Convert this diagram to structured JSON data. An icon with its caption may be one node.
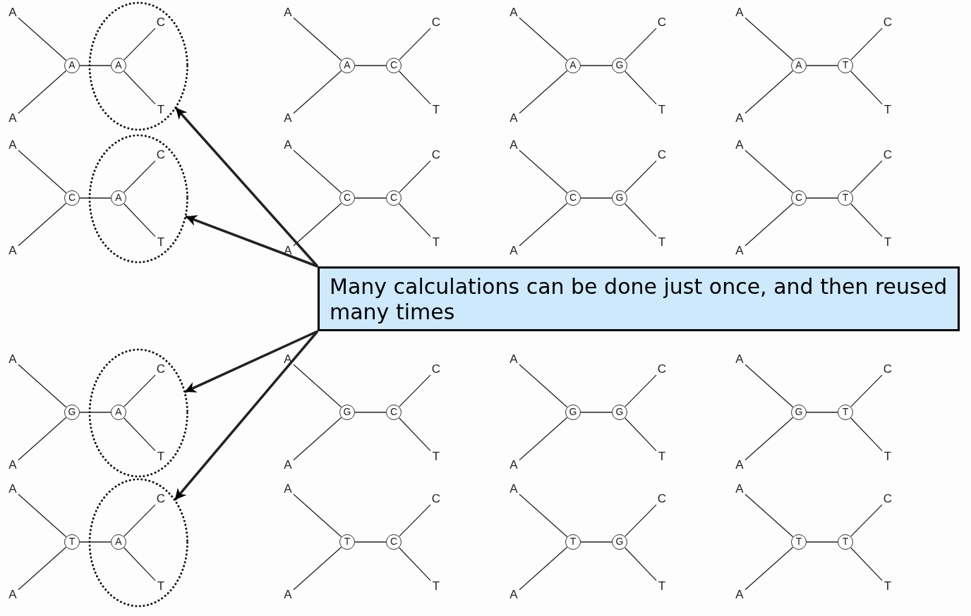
{
  "diagram": {
    "nodes": [
      {
        "text": [
          "A"
        ]
      },
      {
        "text": [],
        "shape": "ellipse"
      },
      {
        "text": [
          "C"
        ],
        "in": 1
      },
      {
        "text": [
          "A"
        ]
      },
      {
        "text": [
          "A"
        ],
        "in": 1
      },
      {
        "text": [
          "A"
        ]
      },
      {
        "text": [
          "T"
        ],
        "in": 1
      },
      {
        "text": [
          "A"
        ]
      },
      {
        "text": [
          "C"
        ]
      },
      {
        "text": [
          "A"
        ]
      },
      {
        "text": [
          "C"
        ]
      },
      {
        "text": [
          "A"
        ]
      },
      {
        "text": [
          "T"
        ]
      },
      {
        "text": [
          "A"
        ]
      },
      {
        "text": [
          "C"
        ]
      },
      {
        "text": [
          "A"
        ]
      },
      {
        "text": [
          "G"
        ]
      },
      {
        "text": [
          "A"
        ]
      },
      {
        "text": [
          "T"
        ]
      },
      {
        "text": [
          "A"
        ]
      },
      {
        "text": [
          "C"
        ]
      },
      {
        "text": [
          "A"
        ]
      },
      {
        "text": [
          "T"
        ]
      },
      {
        "text": [
          "A"
        ]
      },
      {
        "text": [
          "T"
        ]
      },
      {
        "text": [
          "A"
        ]
      },
      {
        "text": [],
        "shape": "ellipse"
      },
      {
        "text": [
          "C"
        ],
        "in": 26
      },
      {
        "text": [
          "C"
        ]
      },
      {
        "text": [
          "A"
        ],
        "in": 26
      },
      {
        "text": [
          "A"
        ]
      },
      {
        "text": [
          "T"
        ],
        "in": 26
      },
      {
        "text": [
          "A"
        ]
      },
      {
        "text": [
          "C"
        ]
      },
      {
        "text": [
          "C"
        ]
      },
      {
        "text": [
          "C"
        ]
      },
      {
        "text": [
          "A"
        ]
      },
      {
        "text": [
          "T"
        ]
      },
      {
        "text": [
          "A"
        ]
      },
      {
        "text": [
          "C"
        ]
      },
      {
        "text": [
          "C"
        ]
      },
      {
        "text": [
          "G"
        ]
      },
      {
        "text": [
          "A"
        ]
      },
      {
        "text": [
          "T"
        ]
      },
      {
        "text": [
          "A"
        ]
      },
      {
        "text": [
          "C"
        ]
      },
      {
        "text": [
          "C"
        ]
      },
      {
        "text": [
          "T"
        ]
      },
      {
        "text": [
          "A"
        ]
      },
      {
        "text": [
          "T"
        ]
      },
      {
        "text": [
          "A"
        ]
      },
      {
        "text": [],
        "shape": "ellipse"
      },
      {
        "text": [
          "C"
        ],
        "in": 51
      },
      {
        "text": [
          "G"
        ]
      },
      {
        "text": [
          "A"
        ],
        "in": 51
      },
      {
        "text": [
          "A"
        ]
      },
      {
        "text": [
          "T"
        ],
        "in": 51
      },
      {
        "text": [
          "A"
        ]
      },
      {
        "text": [
          "C"
        ]
      },
      {
        "text": [
          "G"
        ]
      },
      {
        "text": [
          "C"
        ]
      },
      {
        "text": [
          "A"
        ]
      },
      {
        "text": [
          "T"
        ]
      },
      {
        "text": [
          "A"
        ]
      },
      {
        "text": [
          "C"
        ]
      },
      {
        "text": [
          "G"
        ]
      },
      {
        "text": [
          "G"
        ]
      },
      {
        "text": [
          "A"
        ]
      },
      {
        "text": [
          "T"
        ]
      },
      {
        "text": [
          "A"
        ]
      },
      {
        "text": [
          "C"
        ]
      },
      {
        "text": [
          "G"
        ]
      },
      {
        "text": [
          "T"
        ]
      },
      {
        "text": [
          "A"
        ]
      },
      {
        "text": [
          "T"
        ]
      },
      {
        "text": [
          "A"
        ]
      },
      {
        "text": [],
        "shape": "ellipse"
      },
      {
        "text": [
          "C"
        ],
        "in": 76
      },
      {
        "text": [
          "T"
        ]
      },
      {
        "text": [
          "A"
        ],
        "in": 76
      },
      {
        "text": [
          "A"
        ]
      },
      {
        "text": [
          "T"
        ],
        "in": 76
      },
      {
        "text": [
          "A"
        ]
      },
      {
        "text": [
          "C"
        ]
      },
      {
        "text": [
          "T"
        ]
      },
      {
        "text": [
          "C"
        ]
      },
      {
        "text": [
          "A"
        ]
      },
      {
        "text": [
          "T"
        ]
      },
      {
        "text": [
          "A"
        ]
      },
      {
        "text": [
          "C"
        ]
      },
      {
        "text": [
          "T"
        ]
      },
      {
        "text": [
          "G"
        ]
      },
      {
        "text": [
          "A"
        ]
      },
      {
        "text": [
          "T"
        ]
      },
      {
        "text": [
          "A"
        ]
      },
      {
        "text": [
          "C"
        ]
      },
      {
        "text": [
          "T"
        ]
      },
      {
        "text": [
          "T"
        ]
      },
      {
        "text": [
          "A"
        ]
      },
      {
        "text": [
          "T"
        ]
      },
      {
        "text": [
          "Many calculations can be done just once, and then reused many times"
        ]
      }
    ],
    "edges": [
      {
        "from": 0,
        "to": 3,
        "arrow": "none"
      },
      {
        "from": 5,
        "to": 3,
        "arrow": "none"
      },
      {
        "from": 3,
        "to": 4,
        "arrow": "none"
      },
      {
        "from": 4,
        "to": 2,
        "arrow": "none"
      },
      {
        "from": 4,
        "to": 6,
        "arrow": "none"
      },
      {
        "from": 7,
        "to": 9,
        "arrow": "none"
      },
      {
        "from": 11,
        "to": 9,
        "arrow": "none"
      },
      {
        "from": 9,
        "to": 10,
        "arrow": "none"
      },
      {
        "from": 10,
        "to": 8,
        "arrow": "none"
      },
      {
        "from": 10,
        "to": 12,
        "arrow": "none"
      },
      {
        "from": 13,
        "to": 15,
        "arrow": "none"
      },
      {
        "from": 17,
        "to": 15,
        "arrow": "none"
      },
      {
        "from": 15,
        "to": 16,
        "arrow": "none"
      },
      {
        "from": 16,
        "to": 14,
        "arrow": "none"
      },
      {
        "from": 16,
        "to": 18,
        "arrow": "none"
      },
      {
        "from": 19,
        "to": 21,
        "arrow": "none"
      },
      {
        "from": 23,
        "to": 21,
        "arrow": "none"
      },
      {
        "from": 21,
        "to": 22,
        "arrow": "none"
      },
      {
        "from": 22,
        "to": 20,
        "arrow": "none"
      },
      {
        "from": 22,
        "to": 24,
        "arrow": "none"
      },
      {
        "from": 25,
        "to": 28,
        "arrow": "none"
      },
      {
        "from": 30,
        "to": 28,
        "arrow": "none"
      },
      {
        "from": 28,
        "to": 29,
        "arrow": "none"
      },
      {
        "from": 29,
        "to": 27,
        "arrow": "none"
      },
      {
        "from": 29,
        "to": 31,
        "arrow": "none"
      },
      {
        "from": 32,
        "to": 34,
        "arrow": "none"
      },
      {
        "from": 36,
        "to": 34,
        "arrow": "none"
      },
      {
        "from": 34,
        "to": 35,
        "arrow": "none"
      },
      {
        "from": 35,
        "to": 33,
        "arrow": "none"
      },
      {
        "from": 35,
        "to": 37,
        "arrow": "none"
      },
      {
        "from": 38,
        "to": 40,
        "arrow": "none"
      },
      {
        "from": 42,
        "to": 40,
        "arrow": "none"
      },
      {
        "from": 40,
        "to": 41,
        "arrow": "none"
      },
      {
        "from": 41,
        "to": 39,
        "arrow": "none"
      },
      {
        "from": 41,
        "to": 43,
        "arrow": "none"
      },
      {
        "from": 44,
        "to": 46,
        "arrow": "none"
      },
      {
        "from": 48,
        "to": 46,
        "arrow": "none"
      },
      {
        "from": 46,
        "to": 47,
        "arrow": "none"
      },
      {
        "from": 47,
        "to": 45,
        "arrow": "none"
      },
      {
        "from": 47,
        "to": 49,
        "arrow": "none"
      },
      {
        "from": 50,
        "to": 53,
        "arrow": "none"
      },
      {
        "from": 55,
        "to": 53,
        "arrow": "none"
      },
      {
        "from": 53,
        "to": 54,
        "arrow": "none"
      },
      {
        "from": 54,
        "to": 52,
        "arrow": "none"
      },
      {
        "from": 54,
        "to": 56,
        "arrow": "none"
      },
      {
        "from": 57,
        "to": 59,
        "arrow": "none"
      },
      {
        "from": 61,
        "to": 59,
        "arrow": "none"
      },
      {
        "from": 59,
        "to": 60,
        "arrow": "none"
      },
      {
        "from": 60,
        "to": 58,
        "arrow": "none"
      },
      {
        "from": 60,
        "to": 62,
        "arrow": "none"
      },
      {
        "from": 63,
        "to": 65,
        "arrow": "none"
      },
      {
        "from": 67,
        "to": 65,
        "arrow": "none"
      },
      {
        "from": 65,
        "to": 66,
        "arrow": "none"
      },
      {
        "from": 66,
        "to": 64,
        "arrow": "none"
      },
      {
        "from": 66,
        "to": 68,
        "arrow": "none"
      },
      {
        "from": 69,
        "to": 71,
        "arrow": "none"
      },
      {
        "from": 73,
        "to": 71,
        "arrow": "none"
      },
      {
        "from": 71,
        "to": 72,
        "arrow": "none"
      },
      {
        "from": 72,
        "to": 70,
        "arrow": "none"
      },
      {
        "from": 72,
        "to": 74,
        "arrow": "none"
      },
      {
        "from": 75,
        "to": 78,
        "arrow": "none"
      },
      {
        "from": 80,
        "to": 78,
        "arrow": "none"
      },
      {
        "from": 78,
        "to": 79,
        "arrow": "none"
      },
      {
        "from": 79,
        "to": 77,
        "arrow": "none"
      },
      {
        "from": 79,
        "to": 81,
        "arrow": "none"
      },
      {
        "from": 82,
        "to": 84,
        "arrow": "none"
      },
      {
        "from": 86,
        "to": 84,
        "arrow": "none"
      },
      {
        "from": 84,
        "to": 85,
        "arrow": "none"
      },
      {
        "from": 85,
        "to": 83,
        "arrow": "none"
      },
      {
        "from": 85,
        "to": 87,
        "arrow": "none"
      },
      {
        "from": 88,
        "to": 90,
        "arrow": "none"
      },
      {
        "from": 92,
        "to": 90,
        "arrow": "none"
      },
      {
        "from": 90,
        "to": 91,
        "arrow": "none"
      },
      {
        "from": 91,
        "to": 89,
        "arrow": "none"
      },
      {
        "from": 91,
        "to": 93,
        "arrow": "none"
      },
      {
        "from": 94,
        "to": 96,
        "arrow": "none"
      },
      {
        "from": 98,
        "to": 96,
        "arrow": "none"
      },
      {
        "from": 96,
        "to": 97,
        "arrow": "none"
      },
      {
        "from": 97,
        "to": 95,
        "arrow": "none"
      },
      {
        "from": 97,
        "to": 99,
        "arrow": "none"
      },
      {
        "from": 100,
        "to": 1,
        "arrow": "to",
        "style": "thick"
      },
      {
        "from": 100,
        "to": 26,
        "arrow": "to",
        "style": "thick"
      },
      {
        "from": 100,
        "to": 51,
        "arrow": "to",
        "style": "thick"
      },
      {
        "from": 100,
        "to": 76,
        "arrow": "to",
        "style": "thick"
      }
    ]
  }
}
